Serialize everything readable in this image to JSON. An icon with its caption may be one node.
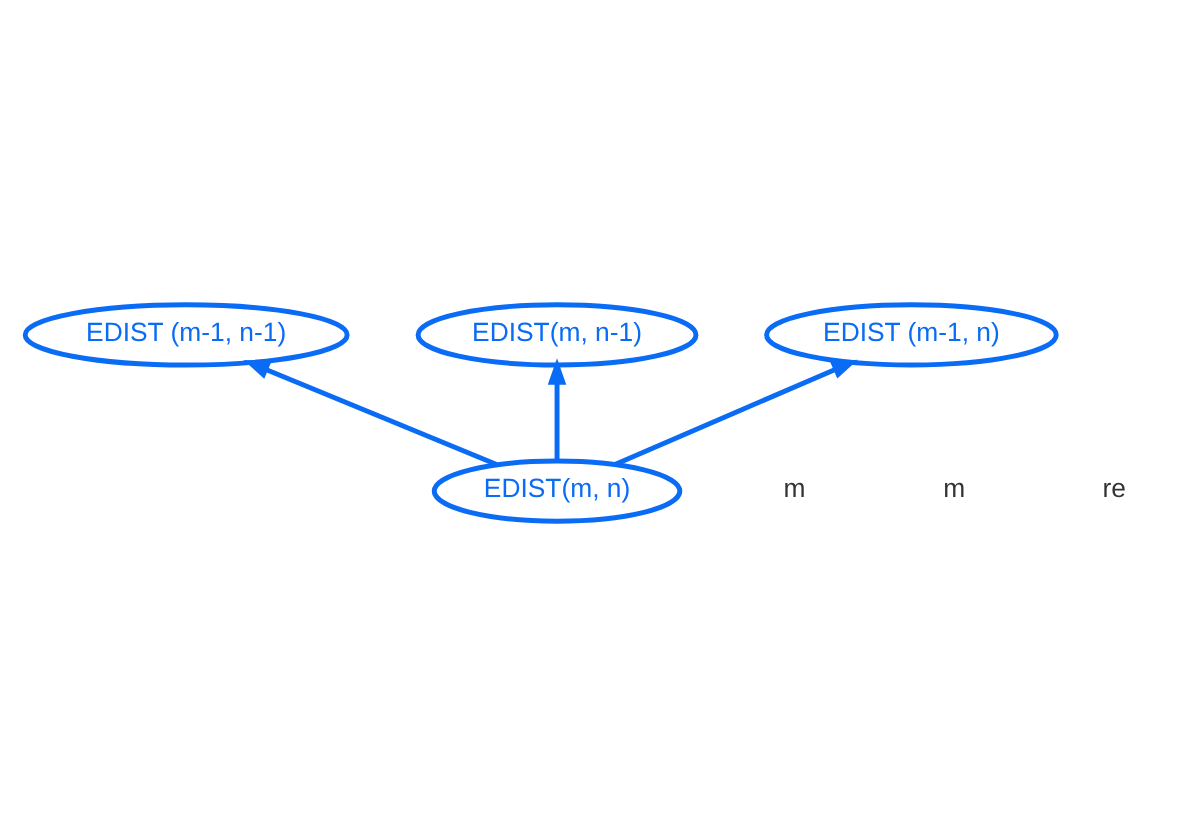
{
  "diagram": {
    "nodes": [
      {
        "text": [
          "EDIST (m-1, n-1)"
        ]
      },
      {
        "text": [
          "EDIST(m, n-1)"
        ]
      },
      {
        "text": [
          "EDIST (m-1, n)"
        ]
      },
      {
        "text": [
          "EDIST(m, n)"
        ]
      }
    ],
    "edges": [
      {
        "from": 3,
        "to": 0,
        "arrow": "to"
      },
      {
        "from": 3,
        "to": 1,
        "arrow": "to"
      },
      {
        "from": 3,
        "to": 2,
        "arrow": "to"
      }
    ],
    "labels": [
      "m",
      "m",
      "re"
    ]
  }
}
